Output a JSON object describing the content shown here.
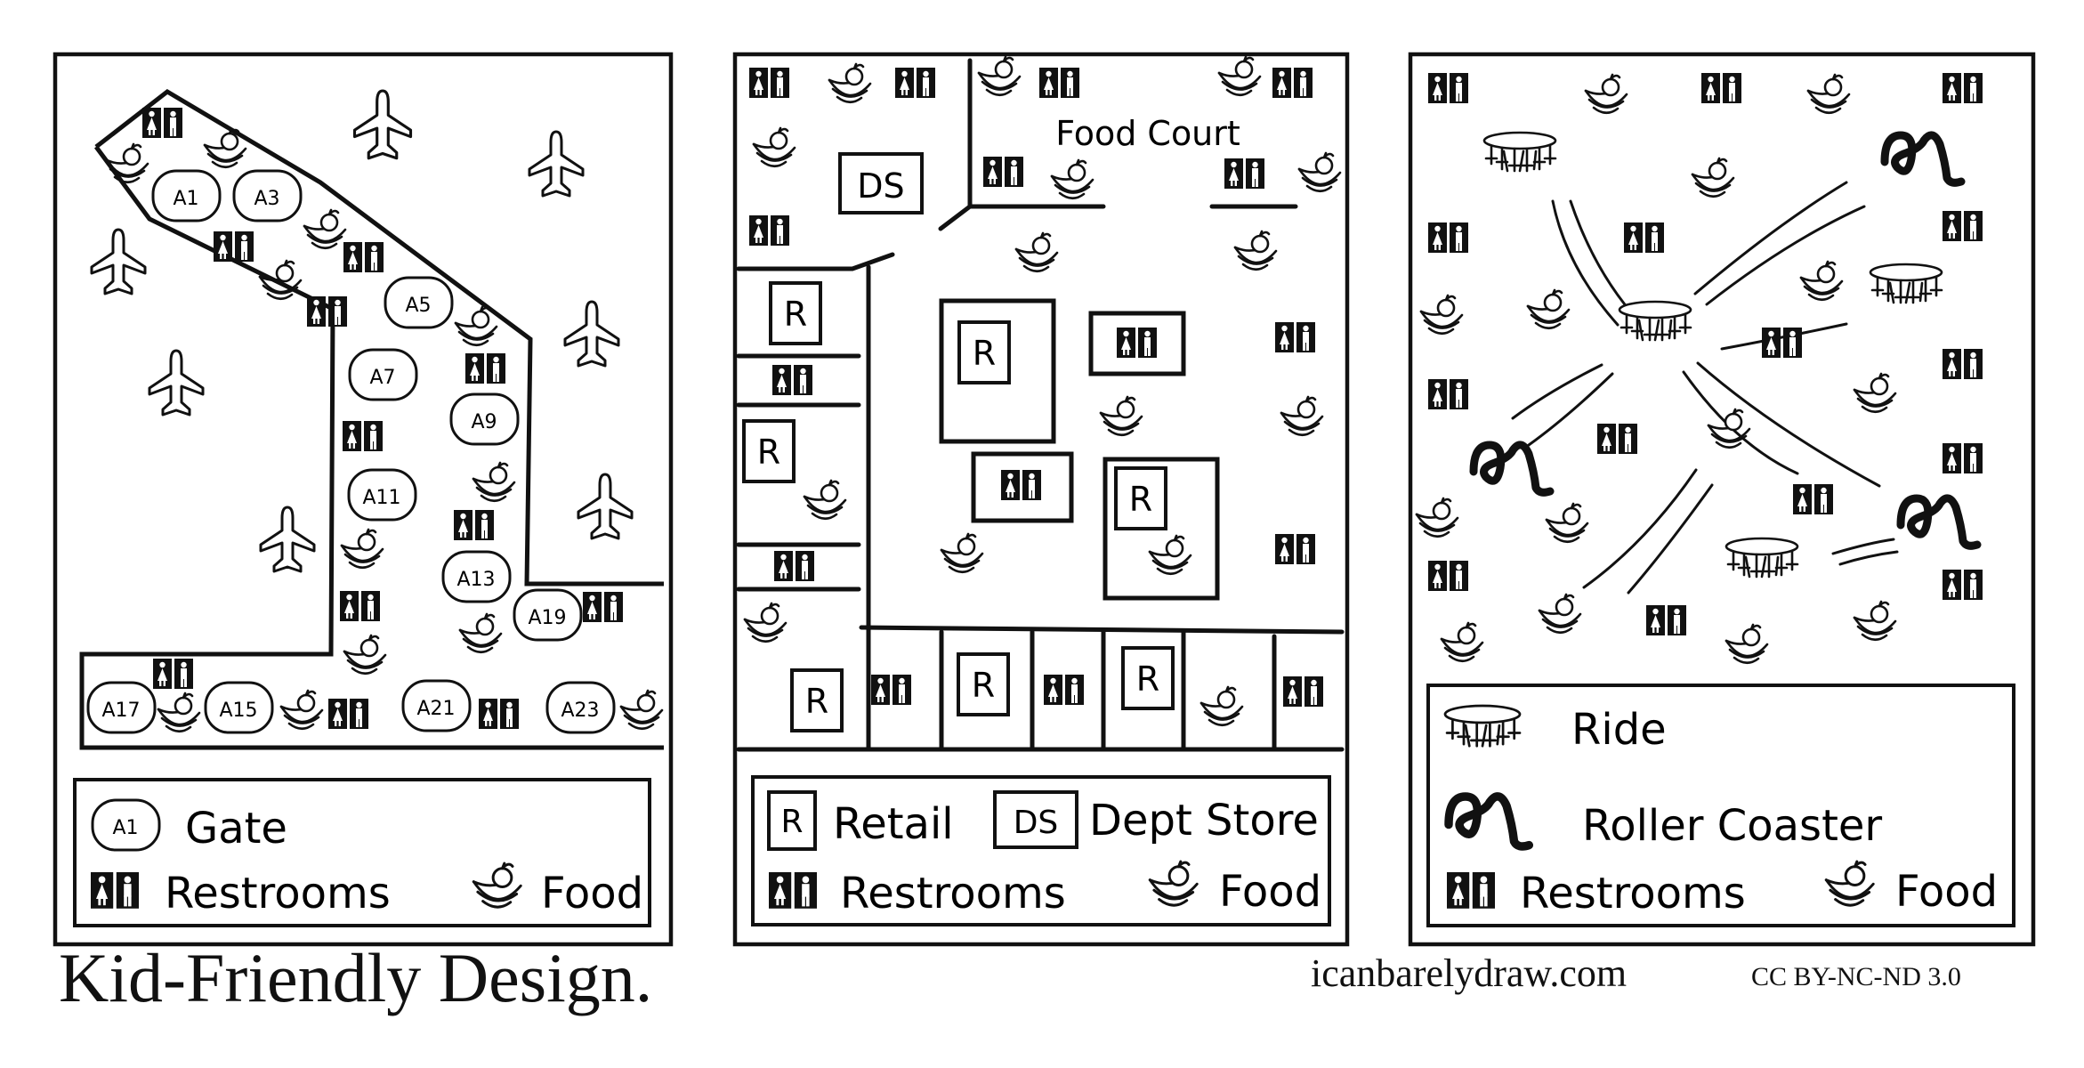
{
  "comic": {
    "title": "Kid-Friendly Design.",
    "site": "icanbarelydraw.com",
    "license": "CC BY-NC-ND 3.0"
  },
  "panel1": {
    "gates": [
      "A1",
      "A3",
      "A5",
      "A7",
      "A9",
      "A11",
      "A13",
      "A19",
      "A17",
      "A15",
      "A21",
      "A23"
    ],
    "legend": {
      "gate_icon": "A1",
      "gate": "Gate",
      "restrooms": "Restrooms",
      "food": "Food"
    }
  },
  "panel2": {
    "food_court": "Food Court",
    "ds_icon": "DS",
    "retail_icon": "R",
    "legend": {
      "retail_icon": "R",
      "retail": "Retail",
      "ds_icon": "DS",
      "dept_store": "Dept Store",
      "restrooms": "Restrooms",
      "food": "Food"
    }
  },
  "panel3": {
    "legend": {
      "ride": "Ride",
      "roller_coaster": "Roller Coaster",
      "restrooms": "Restrooms",
      "food": "Food"
    }
  },
  "icons": {
    "restroom": "restroom-icon",
    "food": "food-basket-icon",
    "airplane": "airplane-icon",
    "ride": "carousel-ride-icon",
    "coaster": "roller-coaster-icon"
  }
}
